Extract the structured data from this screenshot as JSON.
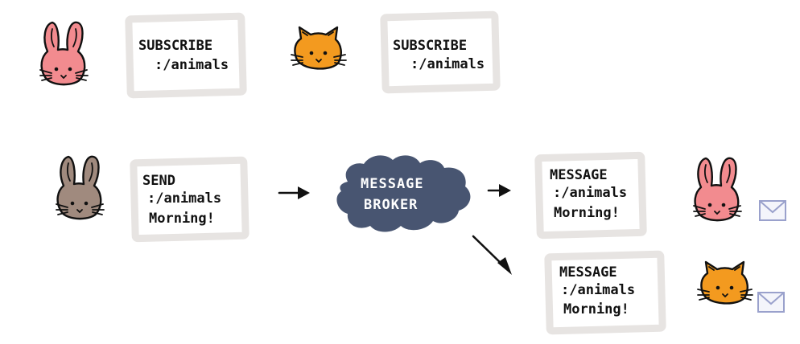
{
  "colors": {
    "rabbit_pink": "#f28b8f",
    "rabbit_brown": "#a08a7e",
    "cat_orange": "#f39a1f",
    "broker_cloud": "#485571",
    "card_border": "#e7e4e2",
    "envelope": "#9aa1cc"
  },
  "subscribers": [
    {
      "avatar_icon": "pink-rabbit-icon",
      "action": "SUBSCRIBE",
      "topic": ":/animals"
    },
    {
      "avatar_icon": "orange-cat-icon",
      "action": "SUBSCRIBE",
      "topic": ":/animals"
    }
  ],
  "publisher": {
    "avatar_icon": "brown-rabbit-icon",
    "action": "SEND",
    "topic": ":/animals",
    "body": "Morning!"
  },
  "broker": {
    "line1": "MESSAGE",
    "line2": "BROKER"
  },
  "deliveries": [
    {
      "avatar_icon": "pink-rabbit-icon",
      "action": "MESSAGE",
      "topic": ":/animals",
      "body": "Morning!",
      "badge_icon": "envelope-icon"
    },
    {
      "avatar_icon": "orange-cat-icon",
      "action": "MESSAGE",
      "topic": ":/animals",
      "body": "Morning!",
      "badge_icon": "envelope-icon"
    }
  ]
}
